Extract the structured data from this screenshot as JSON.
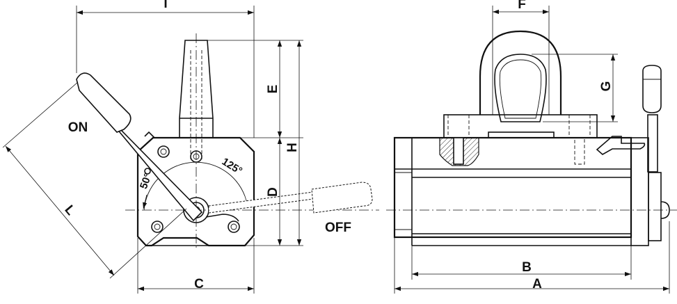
{
  "side_view": {
    "dim_I": "I",
    "dim_E": "E",
    "dim_H": "H",
    "dim_D": "D",
    "dim_C": "C",
    "dim_L": "L",
    "label_on": "ON",
    "label_off": "OFF",
    "angle_50": "50°",
    "angle_125": "125°"
  },
  "front_view": {
    "dim_F": "F",
    "dim_G": "G",
    "dim_B": "B",
    "dim_A": "A"
  }
}
